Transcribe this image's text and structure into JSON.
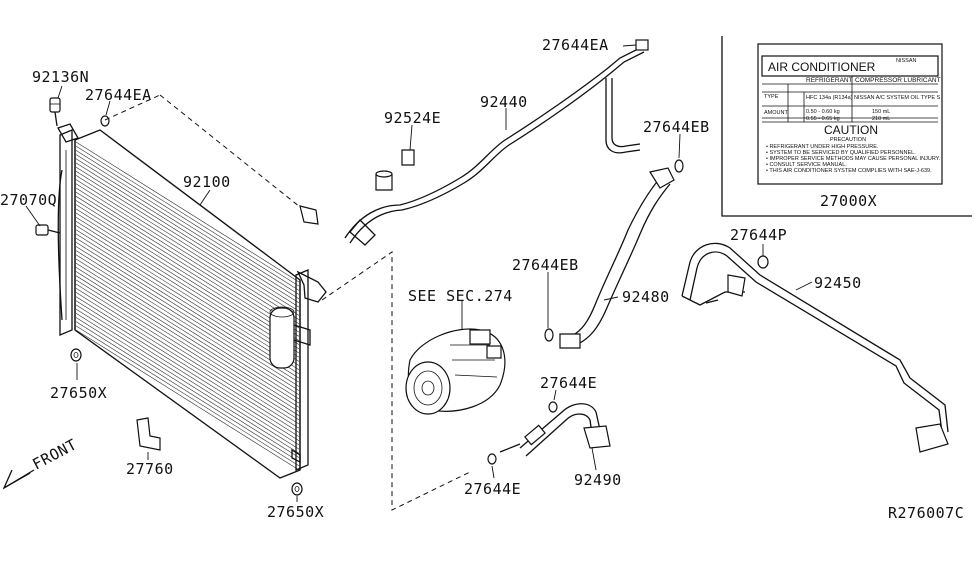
{
  "labels": {
    "p92136N": "92136N",
    "p27644EA_left": "27644EA",
    "p27070Q": "27070Q",
    "p92100": "92100",
    "p27650X_top": "27650X",
    "p27760": "27760",
    "p27650X_bottom": "27650X",
    "p27644EA_top": "27644EA",
    "p92440": "92440",
    "p92524E": "92524E",
    "p27644EB_top": "27644EB",
    "p27644EB_mid": "27644EB",
    "see_sec": "SEE SEC.274",
    "p92480": "92480",
    "p27644E_right": "27644E",
    "p27644E_bottom": "27644E",
    "p92490": "92490",
    "p27644P": "27644P",
    "p92450": "92450",
    "p27000X": "27000X",
    "front": "FRONT",
    "ref": "R276007C"
  },
  "label_card": {
    "title": "AIR CONDITIONER",
    "brand": "NISSAN",
    "col_refrigerant": "REFRIGERANT",
    "col_lubricant": "COMPRESSOR LUBRICANT",
    "row_type": "TYPE",
    "row_amount": "AMOUNT",
    "refrigerant_type": "HFC 134a (R134a)",
    "lubricant_type": "NISSAN A/C SYSTEM OIL TYPE S",
    "amount_1": "0.50 - 0.60 kg",
    "amount_2": "0.55 - 0.65 kg",
    "lub_amount_1": "150 mL",
    "lub_amount_2": "210 mL",
    "caution": "CAUTION",
    "precaution": "PRECAUTION",
    "notes": [
      "• REFRIGERANT UNDER HIGH PRESSURE.",
      "• SYSTEM TO BE SERVICED BY QUALIFIED PERSONNEL.",
      "• IMPROPER SERVICE METHODS MAY CAUSE PERSONAL INJURY.",
      "• CONSULT SERVICE MANUAL.",
      "• THIS AIR CONDITIONER SYSTEM COMPLIES WITH SAE-J-639."
    ]
  }
}
